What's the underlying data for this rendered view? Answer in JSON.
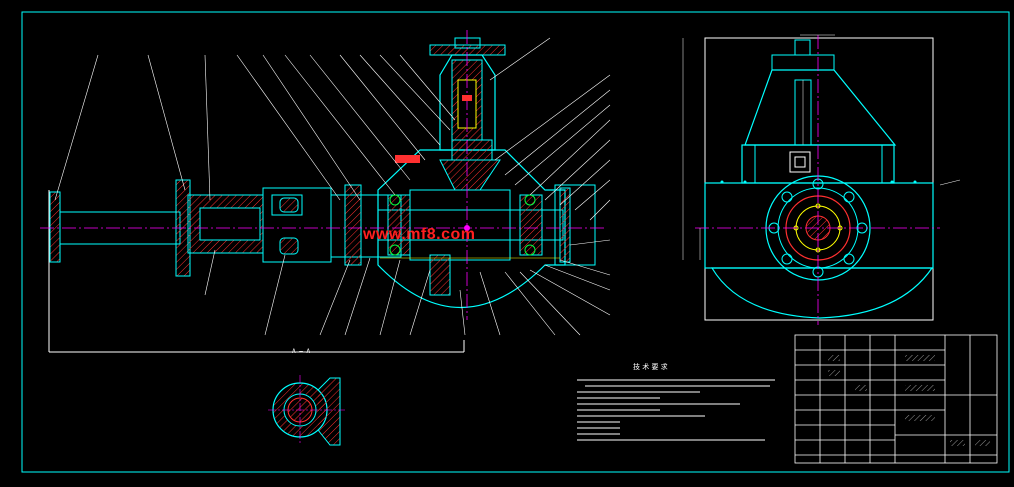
{
  "drawing": {
    "watermark": "www.mf8.com",
    "section_label": "A — A",
    "technical_requirements_title": "技 术 要 求",
    "colors": {
      "background": "#000000",
      "frame": "#00ffff",
      "outline": "#00ffff",
      "centerline": "#ff00ff",
      "hatch": "#ff3030",
      "leader": "#ffffff",
      "detail": "#ffff00",
      "green": "#00ff40",
      "blue": "#3050ff"
    }
  }
}
